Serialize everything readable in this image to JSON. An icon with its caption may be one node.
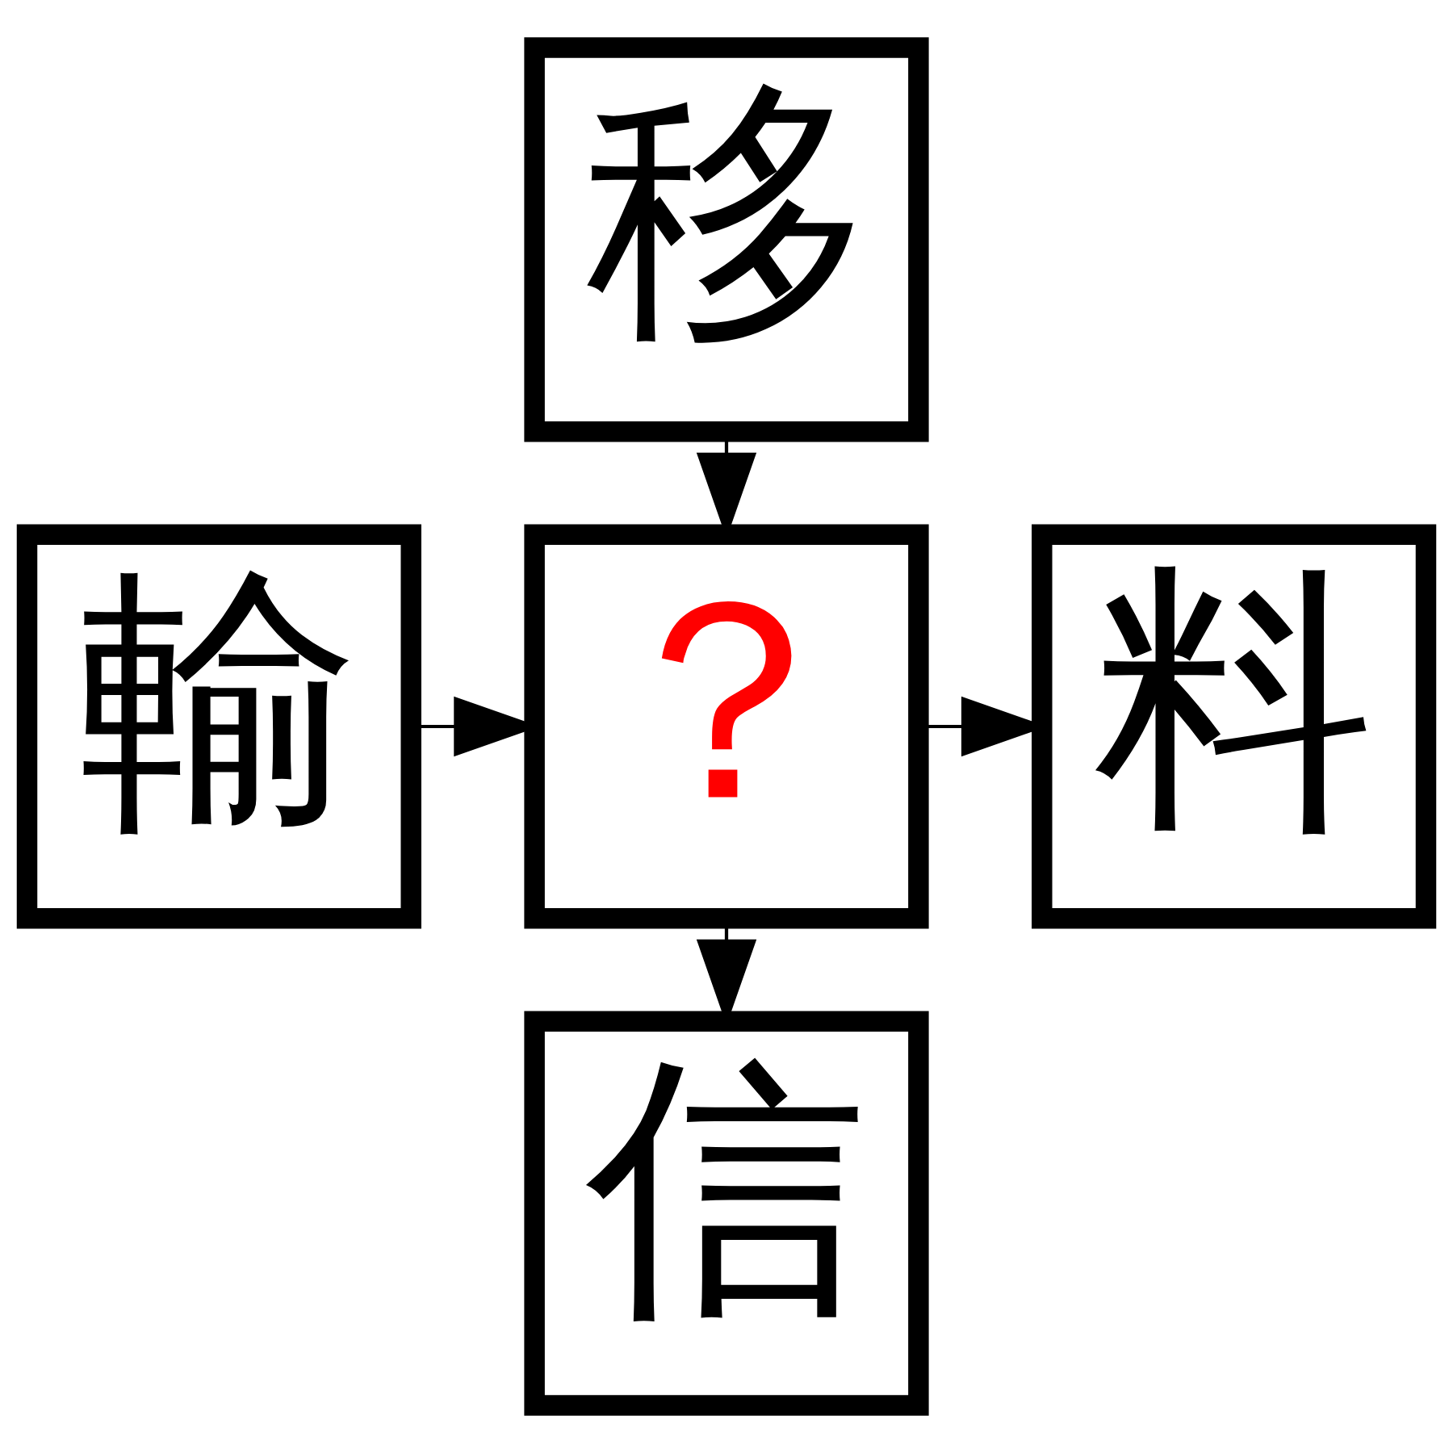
{
  "diagram": {
    "nodes": [
      {
        "text": [
          "移"
        ]
      },
      {
        "text": [
          "輸"
        ]
      },
      {
        "text": [
          "？"
        ]
      },
      {
        "text": [
          "料"
        ]
      },
      {
        "text": [
          "信"
        ]
      }
    ],
    "edges": [
      {
        "from": 0,
        "to": 2,
        "arrow": "to"
      },
      {
        "from": 1,
        "to": 2,
        "arrow": "to"
      },
      {
        "from": 2,
        "to": 3,
        "arrow": "to"
      },
      {
        "from": 2,
        "to": 4,
        "arrow": "to"
      }
    ]
  }
}
